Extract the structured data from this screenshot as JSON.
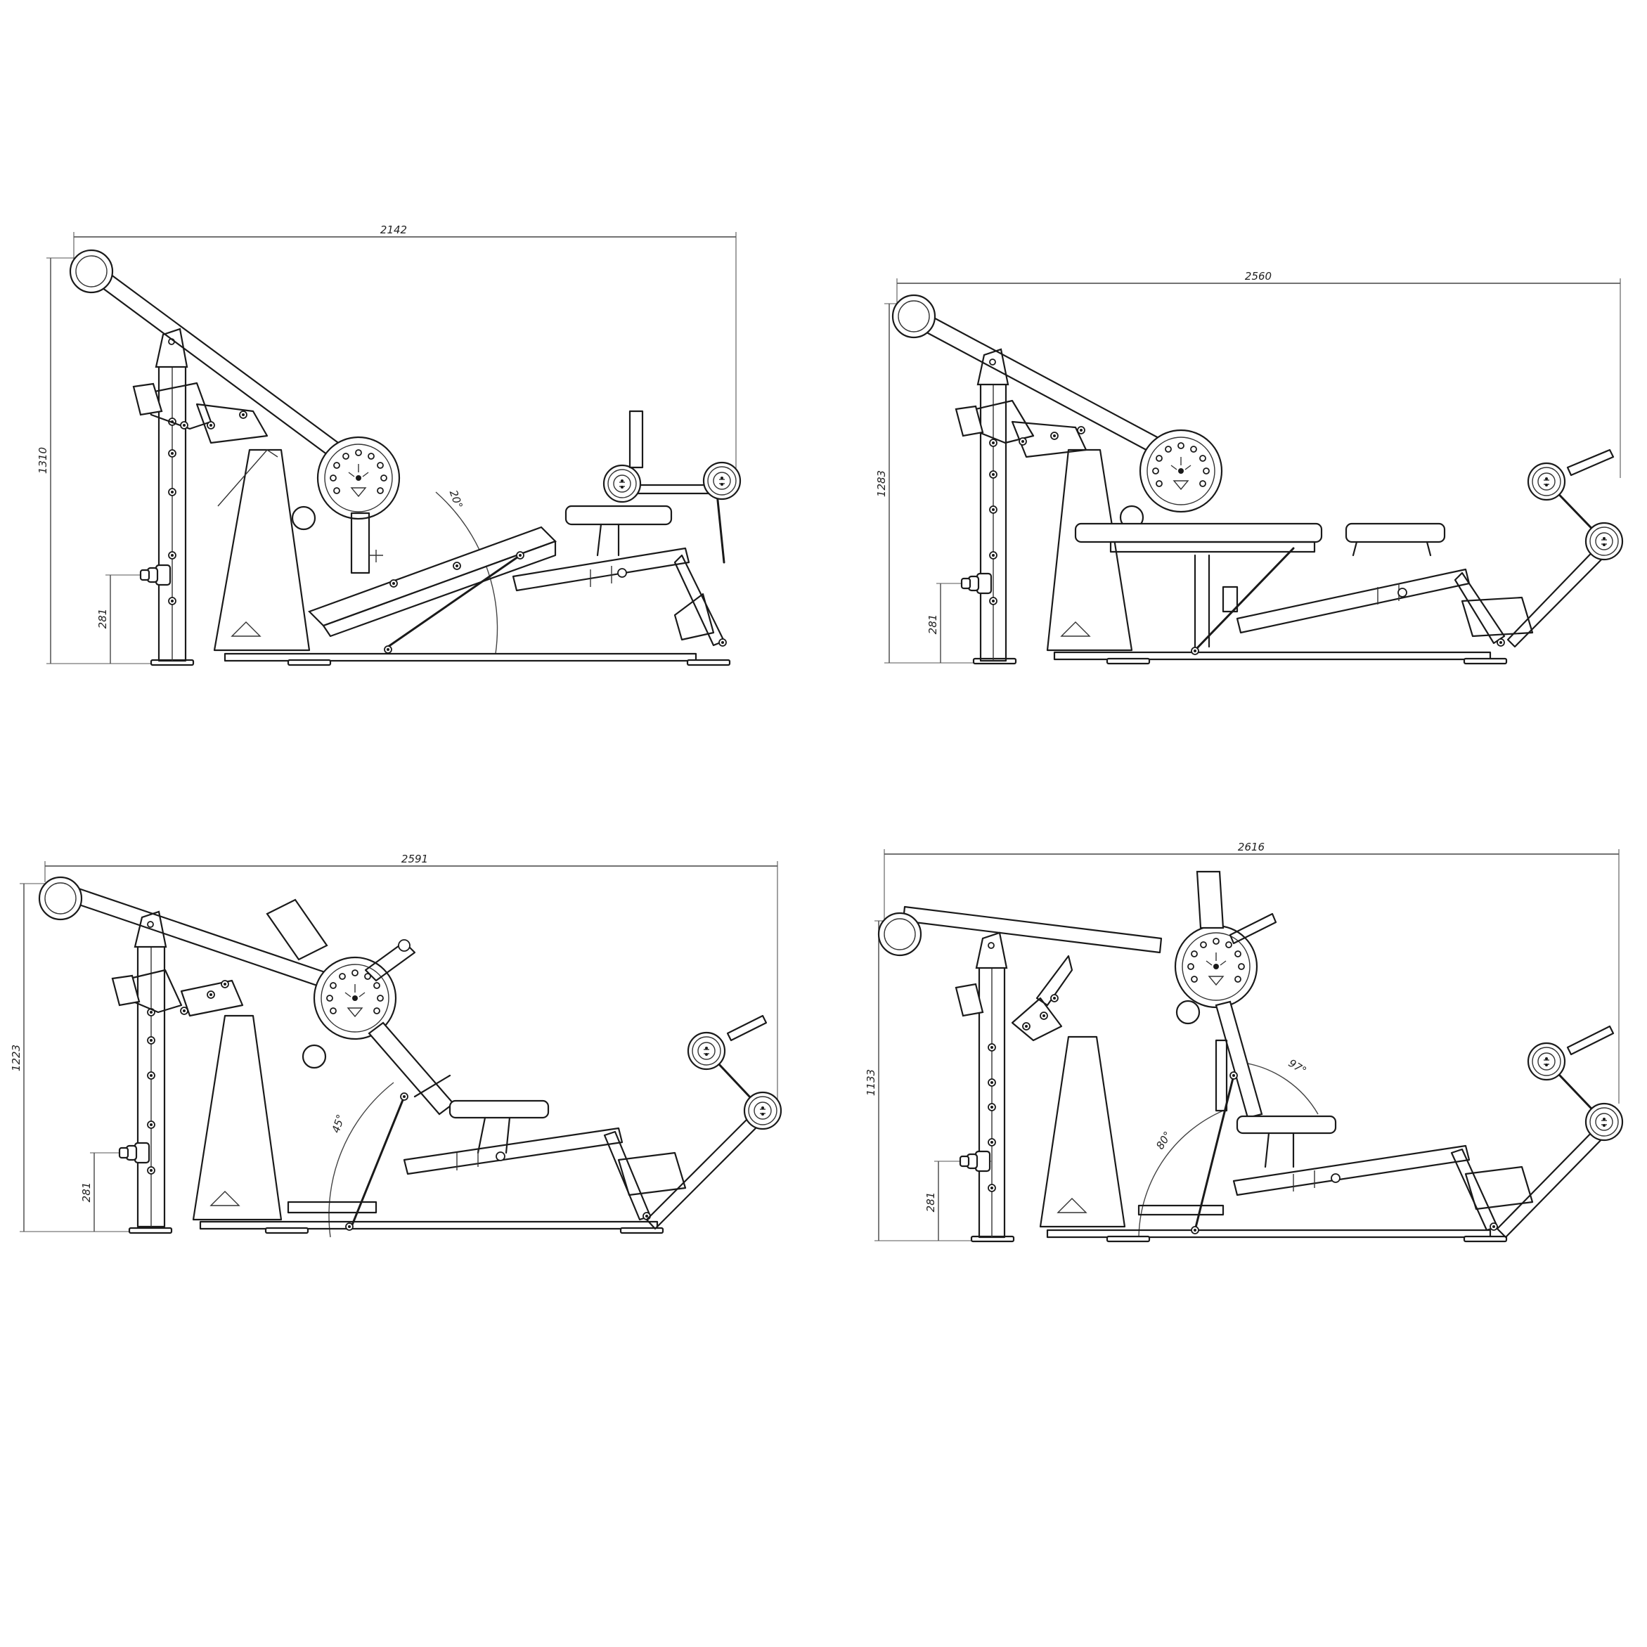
{
  "drawing": {
    "title": "",
    "views": [
      {
        "id": "view-1",
        "dimensions": {
          "overall_length": "2142",
          "overall_height": "1310",
          "handle_height": "281",
          "angle": "20°"
        }
      },
      {
        "id": "view-2",
        "dimensions": {
          "overall_length": "2560",
          "overall_height": "1283",
          "handle_height": "281"
        }
      },
      {
        "id": "view-3",
        "dimensions": {
          "overall_length": "2591",
          "overall_height": "1223",
          "handle_height": "281",
          "angle": "45°"
        }
      },
      {
        "id": "view-4",
        "dimensions": {
          "overall_length": "2616",
          "overall_height": "1133",
          "handle_height": "281",
          "angle": "80°",
          "angle_2": "97°"
        }
      }
    ]
  }
}
